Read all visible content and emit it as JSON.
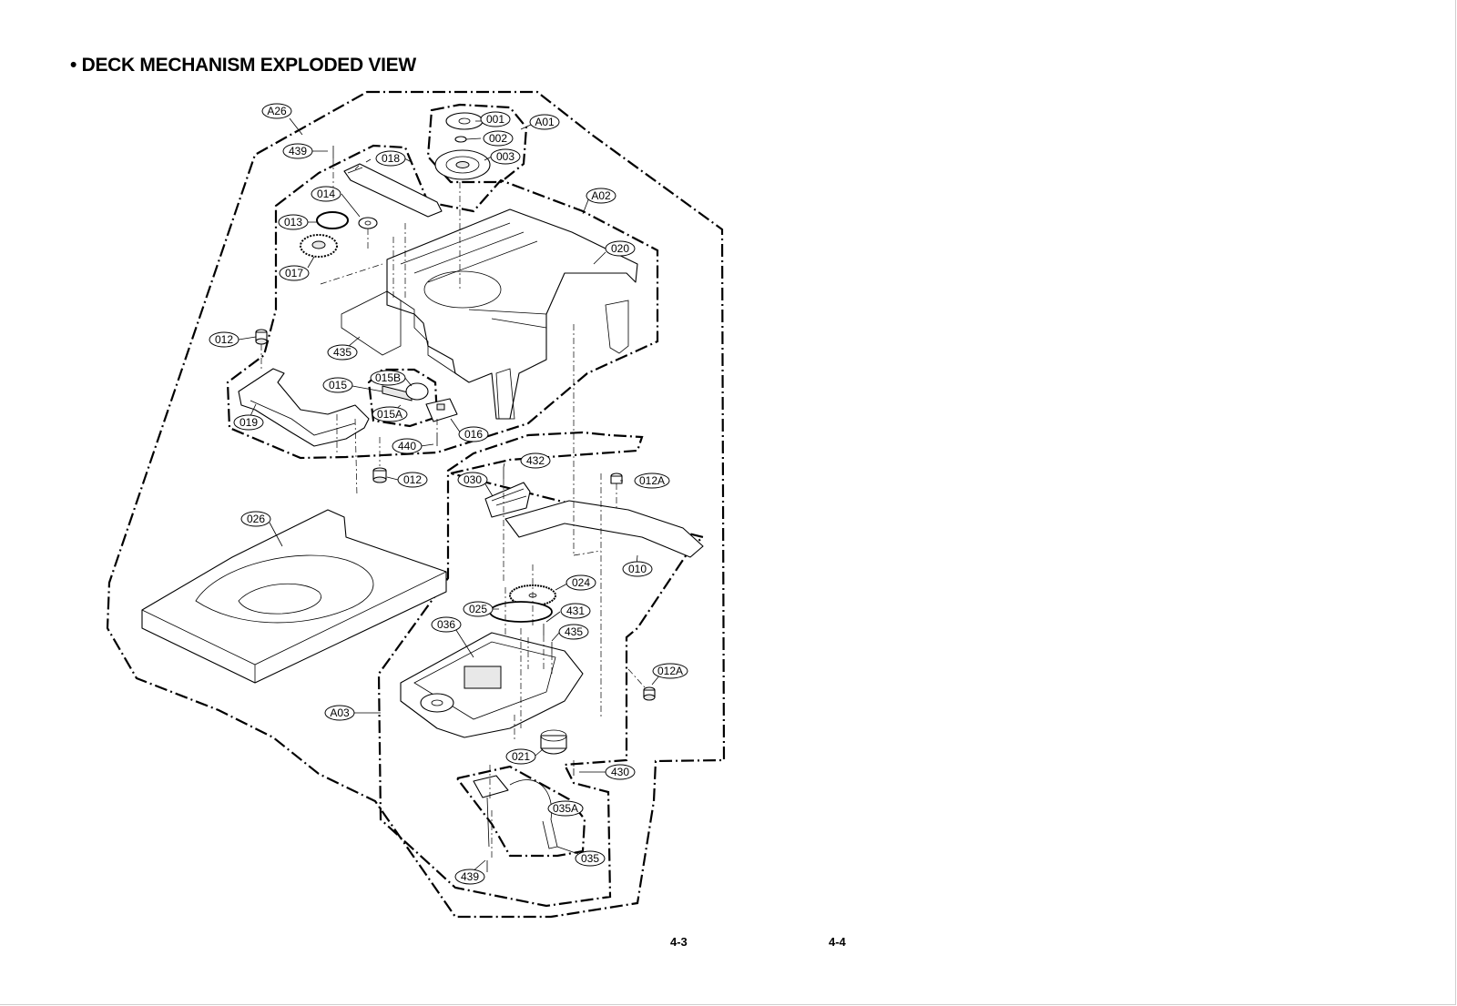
{
  "page": {
    "title": "• DECK MECHANISM EXPLODED VIEW",
    "page_left": "4-3",
    "page_right": "4-4"
  },
  "labels": {
    "a26": "A26",
    "a01": "A01",
    "a02": "A02",
    "a03": "A03",
    "p001": "001",
    "p002": "002",
    "p003": "003",
    "p439_top": "439",
    "p018": "018",
    "p014": "014",
    "p013": "013",
    "p017": "017",
    "p020": "020",
    "p012_a": "012",
    "p435_top": "435",
    "p015": "015",
    "p015b": "015B",
    "p015a": "015A",
    "p019": "019",
    "p016": "016",
    "p440": "440",
    "p012_b": "012",
    "p432": "432",
    "p030": "030",
    "p012a_top": "012A",
    "p026": "026",
    "p010": "010",
    "p024": "024",
    "p025": "025",
    "p431": "431",
    "p036": "036",
    "p435_bottom": "435",
    "p012a_bottom": "012A",
    "p021": "021",
    "p430": "430",
    "p035a": "035A",
    "p035": "035",
    "p439_bottom": "439"
  },
  "colors": {
    "ink": "#000000",
    "paper": "#ffffff"
  }
}
